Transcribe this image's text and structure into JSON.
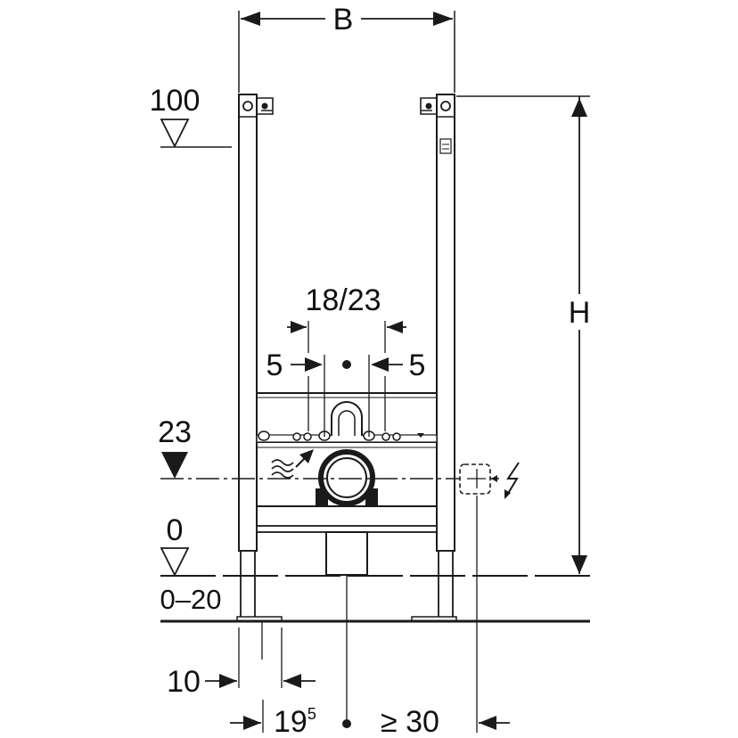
{
  "dimensions": {
    "width_label": "B",
    "height_label": "H",
    "spacing_label": "18/23",
    "offset_left": "5",
    "offset_right": "5",
    "foot_offset": "10",
    "pipe_offset_main": "19",
    "pipe_offset_sup": "5",
    "min_clearance": "≥ 30"
  },
  "levels": {
    "top": "100",
    "waste": "23",
    "floor": "0",
    "range": "0–20"
  },
  "symbols": {
    "electrical": "lightning-icon",
    "water": "water-wave-icon",
    "level_open": "level-triangle-open-icon",
    "level_filled": "level-triangle-filled-icon"
  },
  "colors": {
    "line": "#1a1a1a",
    "background": "#ffffff"
  }
}
